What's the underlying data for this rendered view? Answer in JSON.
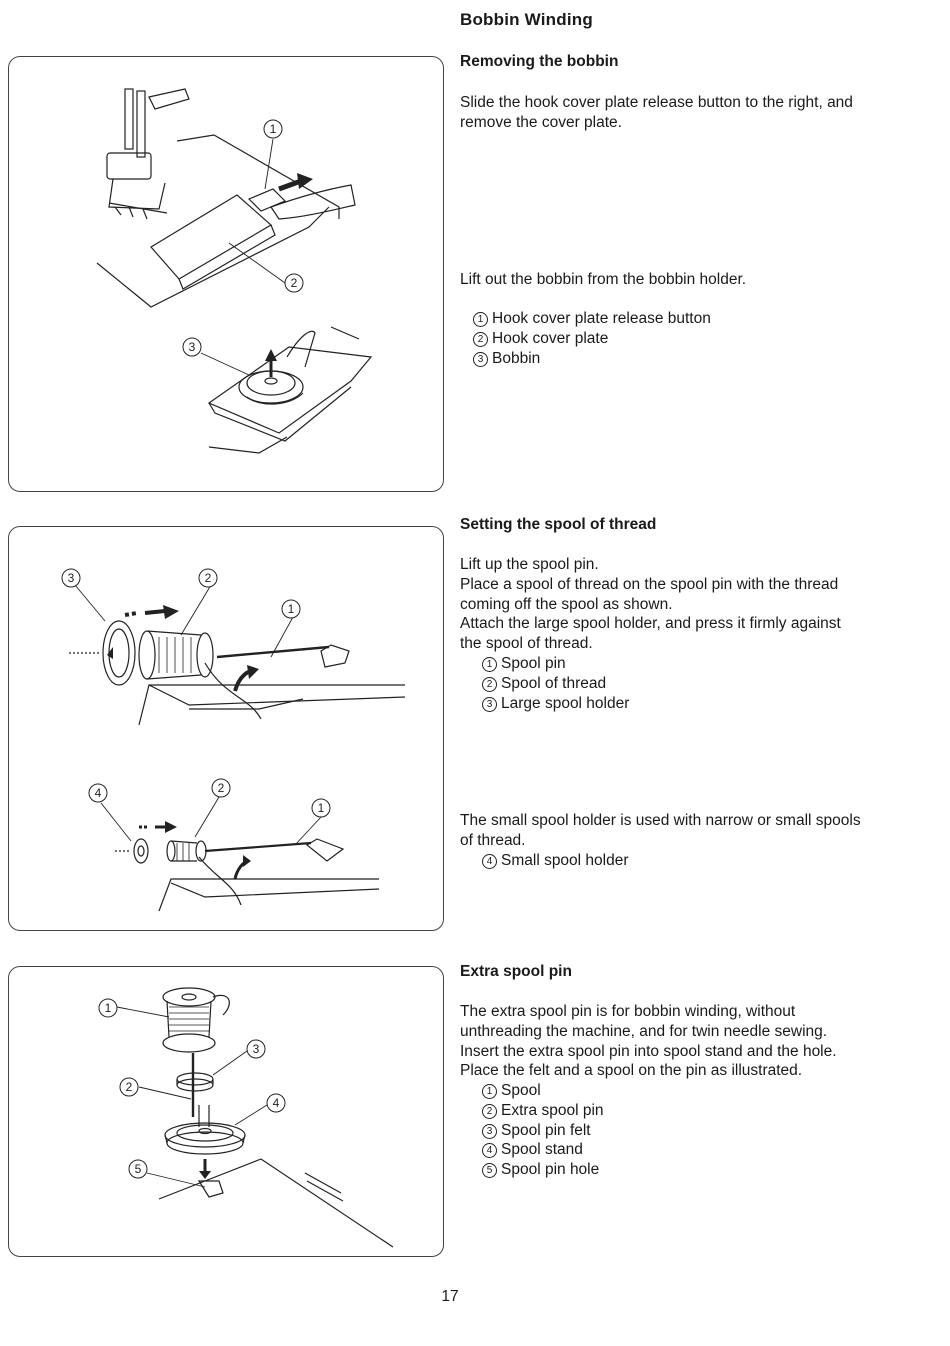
{
  "page_title": "Bobbin Winding",
  "sections": [
    {
      "heading": "Removing the bobbin",
      "para1": [
        "Slide the hook cover plate release button to the right, and",
        "remove the cover plate."
      ],
      "para2": [
        "Lift out the bobbin from the bobbin holder."
      ],
      "items": [
        {
          "num": "1",
          "text": "Hook cover plate release button"
        },
        {
          "num": "2",
          "text": "Hook cover plate"
        },
        {
          "num": "3",
          "text": "Bobbin"
        }
      ]
    },
    {
      "heading": "Setting the spool of thread",
      "para1": [
        "Lift up the spool pin.",
        "Place a spool of thread on the spool pin with the thread",
        "coming off the spool as shown.",
        "Attach the large spool holder, and press it firmly against",
        "the spool of thread."
      ],
      "items": [
        {
          "num": "1",
          "text": "Spool pin"
        },
        {
          "num": "2",
          "text": "Spool of thread"
        },
        {
          "num": "3",
          "text": "Large spool holder"
        }
      ],
      "para2": [
        "The small spool holder is used with narrow or small spools",
        "of thread."
      ],
      "items2": [
        {
          "num": "4",
          "text": "Small spool holder"
        }
      ]
    },
    {
      "heading": "Extra spool pin",
      "para1": [
        "The extra spool pin is for bobbin winding, without",
        "unthreading the machine, and for twin needle sewing.",
        "Insert the extra spool pin into spool stand and the hole.",
        "Place the felt and a spool on the pin as illustrated."
      ],
      "items": [
        {
          "num": "1",
          "text": "Spool"
        },
        {
          "num": "2",
          "text": "Extra spool pin"
        },
        {
          "num": "3",
          "text": "Spool pin felt"
        },
        {
          "num": "4",
          "text": "Spool stand"
        },
        {
          "num": "5",
          "text": "Spool pin hole"
        }
      ]
    }
  ],
  "callouts": {
    "fig1": [
      "1",
      "2",
      "3"
    ],
    "fig2a": [
      "3",
      "2",
      "1"
    ],
    "fig2b": [
      "4",
      "2",
      "1"
    ],
    "fig3": [
      "1",
      "3",
      "2",
      "4",
      "5"
    ]
  },
  "page_number": "17"
}
